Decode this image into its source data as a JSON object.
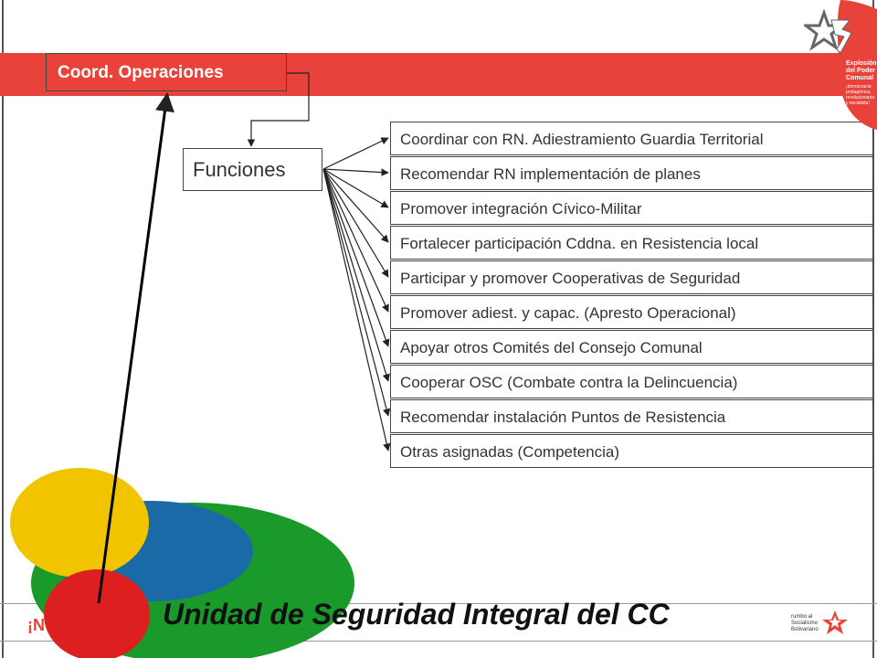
{
  "header": {
    "coord_label": "Coord. Operaciones"
  },
  "functions": {
    "label": "Funciones",
    "items": [
      "Coordinar con RN. Adiestramiento Guardia Territorial",
      "Recomendar RN implementación de planes",
      "Promover integración Cívico-Militar",
      "Fortalecer participación Cddna. en Resistencia local",
      "Participar y promover Cooperativas de Seguridad",
      "Promover adiest. y capac. (Apresto Operacional)",
      "Apoyar otros Comités del Consejo Comunal",
      "Cooperar OSC (Combate contra la Delincuencia)",
      "Recomendar instalación Puntos de Resistencia",
      "Otras asignadas (Competencia)"
    ]
  },
  "footer": {
    "title": "Unidad de Seguridad Integral del CC",
    "exclamation": "¡N"
  },
  "logos": {
    "top_title": "Explosión del Poder Comunal",
    "top_subtitle": "¡democracia protagónica, revolucionaria y socialista!",
    "bottom_text": "rumbo al Socialismo Bolivariano"
  },
  "colors": {
    "brand_red": "#e8423a",
    "ellipse_green": "#1a9a2a",
    "ellipse_blue": "#1a6aa8",
    "ellipse_yellow": "#f2c400",
    "ellipse_red": "#dd1f1f"
  }
}
